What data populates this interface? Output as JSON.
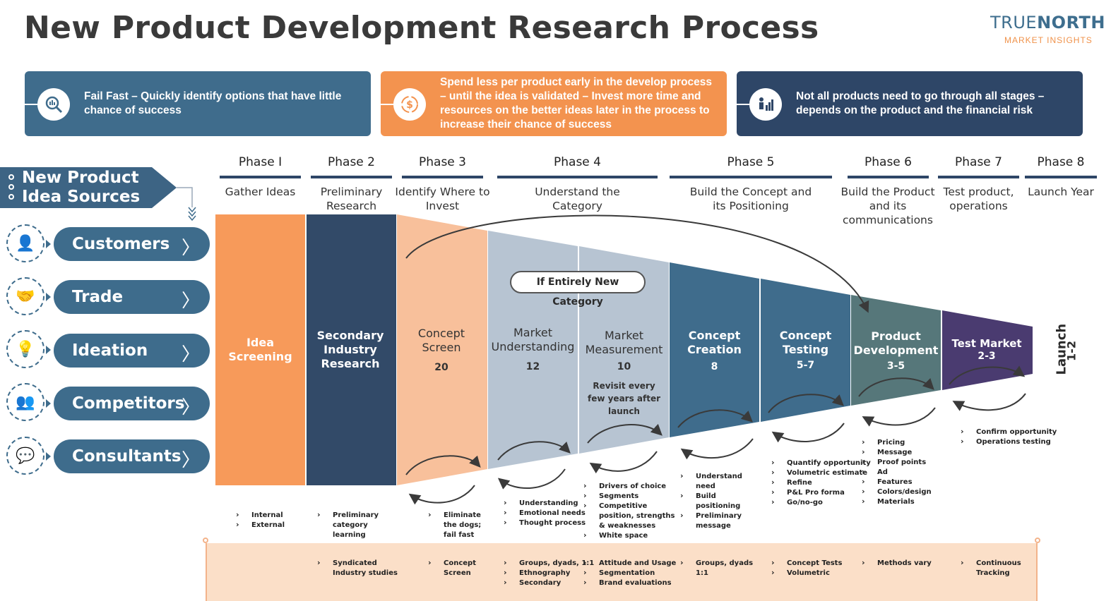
{
  "title": "New Product Development Research Process",
  "logo": {
    "part1": "TRUE",
    "part2": "NORTH",
    "sub": "MARKET INSIGHTS"
  },
  "banners": [
    {
      "text": "Fail Fast – Quickly identify options that have little chance of success",
      "icon": "magnifier-chart-icon"
    },
    {
      "text": "Spend less per product early in the develop process – until the idea is validated – Invest more time and resources on the better ideas later in the process to increase their chance of success",
      "icon": "dollar-cycle-icon"
    },
    {
      "text": "Not all products need to go through all stages – depends on the product and the financial risk",
      "icon": "people-chart-icon"
    }
  ],
  "sources": {
    "heading_line1": "New Product",
    "heading_line2": "Idea Sources",
    "items": [
      {
        "label": "Customers",
        "icon": "customer-icon"
      },
      {
        "label": "Trade",
        "icon": "handshake-icon"
      },
      {
        "label": "Ideation",
        "icon": "lightbulb-gear-icon"
      },
      {
        "label": "Competitors",
        "icon": "people-group-icon"
      },
      {
        "label": "Consultants",
        "icon": "consultant-icon"
      }
    ]
  },
  "phases": [
    {
      "label": "Phase I",
      "desc": "Gather Ideas"
    },
    {
      "label": "Phase 2",
      "desc": "Preliminary Research"
    },
    {
      "label": "Phase 3",
      "desc": "Identify Where to Invest"
    },
    {
      "label": "Phase 4",
      "desc": "Understand the Category"
    },
    {
      "label": "Phase 5",
      "desc": "Build the Concept and its Positioning"
    },
    {
      "label": "Phase 6",
      "desc": "Build the Product and its communications"
    },
    {
      "label": "Phase 7",
      "desc": "Test product, operations"
    },
    {
      "label": "Phase 8",
      "desc": "Launch Year"
    }
  ],
  "new_category_label": "If Entirely New Category",
  "stages": [
    {
      "name": "Idea Screening",
      "count": "",
      "color": "#f79a5a"
    },
    {
      "name": "Secondary Industry Research",
      "count": "",
      "color": "#324a68"
    },
    {
      "name": "Concept Screen",
      "count": "20",
      "color": "#f8c09b"
    },
    {
      "name": "Market Understanding",
      "count": "12",
      "color": "#b7c4d2"
    },
    {
      "name": "Market Measurement",
      "count": "10",
      "note": "Revisit every few years after launch",
      "color": "#b7c4d2"
    },
    {
      "name": "Concept Creation",
      "count": "8",
      "color": "#3f6c8c"
    },
    {
      "name": "Concept Testing",
      "count": "5-7",
      "color": "#3f6c8c"
    },
    {
      "name": "Product Development",
      "count": "3-5",
      "color": "#56777a"
    },
    {
      "name": "Test Market",
      "count": "2-3",
      "color": "#4a3b70"
    }
  ],
  "launch": {
    "label": "Launch",
    "count": "1-2"
  },
  "objectives": [
    [
      "Internal",
      "External"
    ],
    [
      "Preliminary",
      "category",
      "learning"
    ],
    [
      "Eliminate",
      "the dogs;",
      "fail fast"
    ],
    [
      "Understanding",
      "Emotional needs",
      "Thought process"
    ],
    [
      "Drivers of choice",
      "Segments",
      "Competitive",
      "position, strengths",
      "& weaknesses",
      "White space"
    ],
    [
      "Understand",
      "need",
      "Build",
      "positioning",
      "Preliminary",
      "message"
    ],
    [
      "Quantify opportunity",
      "Volumetric estimate",
      "Refine",
      "P&L Pro forma",
      "Go/no-go"
    ],
    [
      "Pricing",
      "Message",
      "Proof points",
      "Ad",
      "Features",
      "Colors/design",
      "Materials"
    ],
    [
      "Confirm opportunity",
      "Operations testing"
    ]
  ],
  "methods": [
    [],
    [
      "Syndicated",
      "Industry studies"
    ],
    [
      "Concept",
      "Screen"
    ],
    [
      "Groups, dyads, 1:1",
      "Ethnography",
      "Secondary"
    ],
    [
      "Attitude and Usage",
      "Segmentation",
      "Brand evaluations"
    ],
    [
      "Groups, dyads",
      "1:1"
    ],
    [
      "Concept Tests",
      "Volumetric"
    ],
    [
      "Methods vary"
    ],
    [
      "Continuous",
      "Tracking"
    ]
  ],
  "colors": {
    "teal": "#3f6c8c",
    "orange": "#f3934f",
    "navy": "#2e4667",
    "band": "#fbdfc8"
  }
}
